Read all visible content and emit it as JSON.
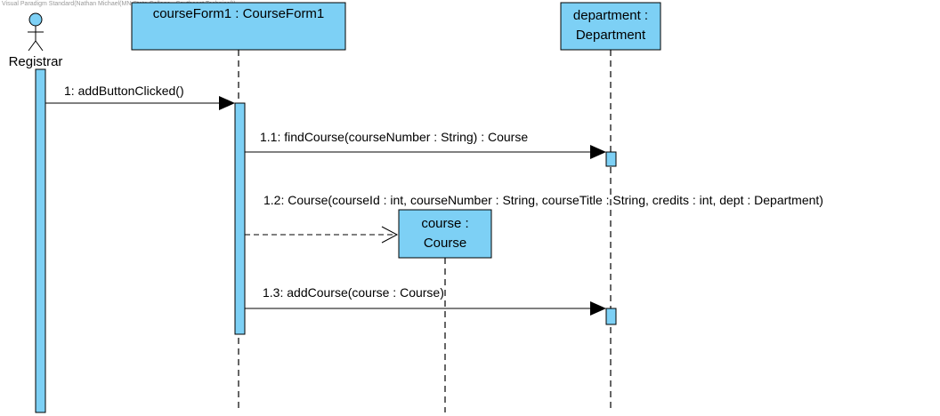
{
  "watermark": "Visual Paradigm Standard(Nathan Michael(MN State College - Southeast Technical))",
  "colors": {
    "fill": "#7dd0f5",
    "stroke": "#000000"
  },
  "actor": {
    "name": "Registrar"
  },
  "lifelines": [
    {
      "id": "form",
      "line1": "courseForm1 : CourseForm1",
      "line2": ""
    },
    {
      "id": "dept",
      "line1": "department :",
      "line2": "Department"
    },
    {
      "id": "course",
      "line1": "course :",
      "line2": "Course"
    }
  ],
  "messages": [
    {
      "id": "m1",
      "label": "1: addButtonClicked()",
      "style": "sync"
    },
    {
      "id": "m11",
      "label": "1.1: findCourse(courseNumber : String) : Course",
      "style": "sync"
    },
    {
      "id": "m12",
      "label": "1.2: Course(courseId : int, courseNumber : String, courseTitle : String, credits : int, dept : Department)",
      "style": "create"
    },
    {
      "id": "m13",
      "label": "1.3: addCourse(course : Course)",
      "style": "sync"
    }
  ]
}
